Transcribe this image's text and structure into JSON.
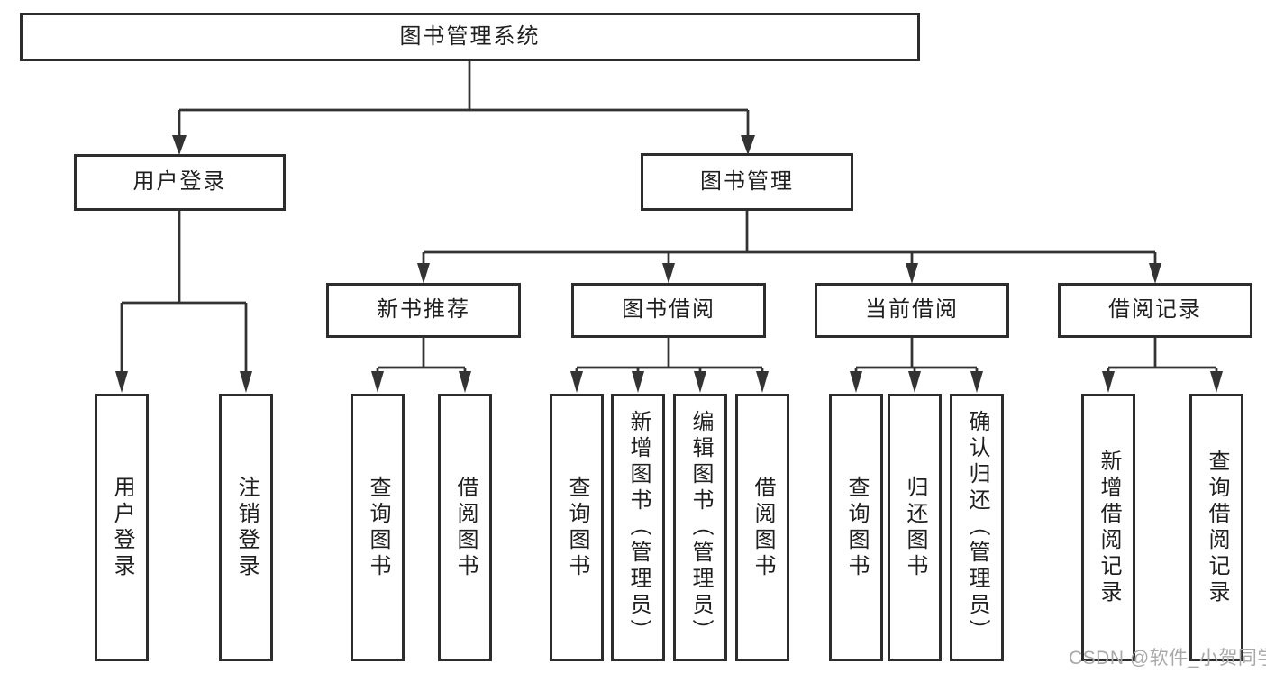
{
  "diagram_title": "图书管理系统",
  "nodes": {
    "root": {
      "label": "图书管理系统"
    },
    "user_login": {
      "label": "用户登录"
    },
    "book_management": {
      "label": "图书管理"
    },
    "new_book_recommend": {
      "label": "新书推荐"
    },
    "book_borrowing": {
      "label": "图书借阅"
    },
    "current_borrowing": {
      "label": "当前借阅"
    },
    "borrowing_records": {
      "label": "借阅记录"
    },
    "leaves": {
      "user": [
        "用户登录",
        "注销登录"
      ],
      "new_book": [
        "查询图书",
        "借阅图书"
      ],
      "borrowing": [
        "查询图书",
        "新增图书（管理员）",
        "编辑图书（管理员）",
        "借阅图书"
      ],
      "current": [
        "查询图书",
        "归还图书",
        "确认归还（管理员）"
      ],
      "records": [
        "新增借阅记录",
        "查询借阅记录"
      ]
    }
  },
  "watermark": {
    "text": "CSDN @软件_小贺同学"
  },
  "colors": {
    "line": "#333333",
    "box_border": "#2d2d2d",
    "text": "#1f1f1f",
    "watermark": "#a9a9a9",
    "background": "#ffffff"
  }
}
